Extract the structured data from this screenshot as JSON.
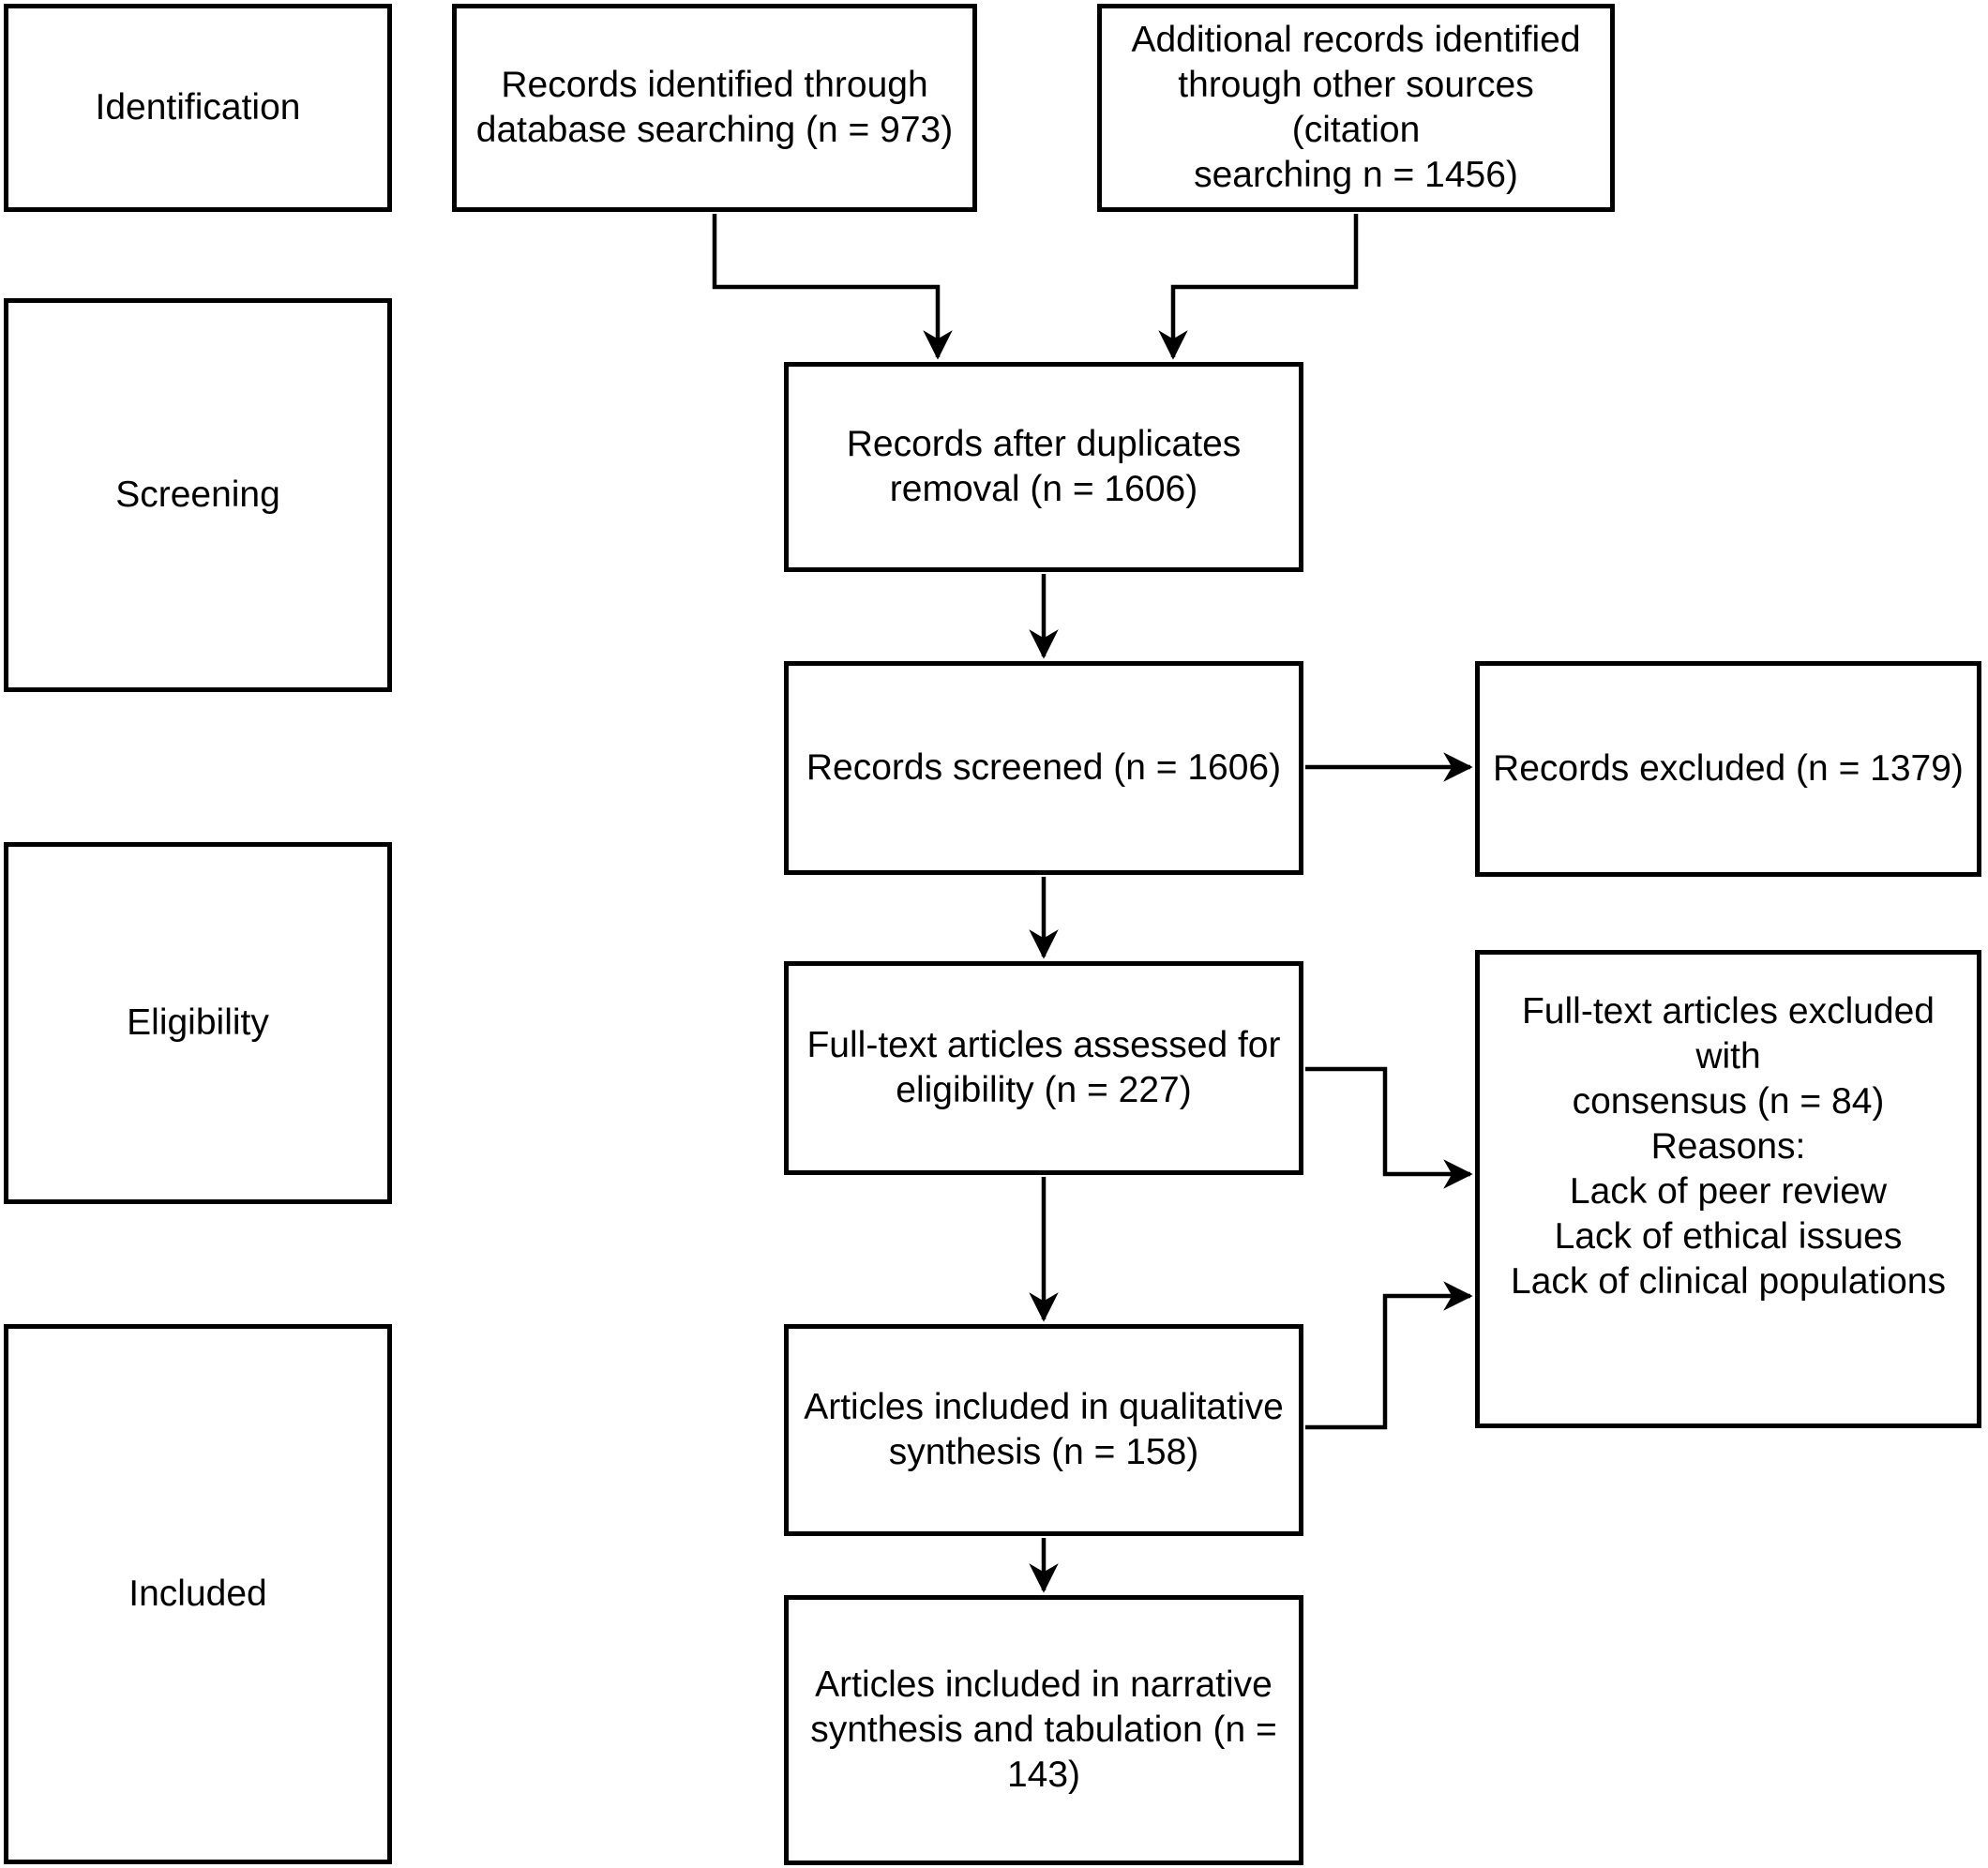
{
  "stages": [
    {
      "label": "Identification"
    },
    {
      "label": "Screening"
    },
    {
      "label": "Eligibility"
    },
    {
      "label": "Included"
    }
  ],
  "nodes": {
    "records_identified": {
      "text": "Records identified through\ndatabase searching (n = 973)",
      "n": 973
    },
    "additional_records": {
      "text": "Additional records identified\nthrough other sources (citation\nsearching n = 1456)",
      "n": 1456
    },
    "duplicates_removed": {
      "text": "Records after duplicates\nremoval (n = 1606)",
      "n": 1606
    },
    "records_screened": {
      "text": "Records screened (n = 1606)",
      "n": 1606
    },
    "records_excluded": {
      "text": "Records excluded (n = 1379)",
      "n": 1379
    },
    "fulltext_assessed": {
      "text": "Full-text articles assessed for\neligibility (n = 227)",
      "n": 227
    },
    "fulltext_excluded": {
      "text": "Full-text articles excluded with\nconsensus (n = 84)\nReasons:\nLack of peer review\nLack of ethical issues\nLack of clinical populations",
      "n": 84
    },
    "qualitative_synthesis": {
      "text": "Articles included in qualitative\nsynthesis (n = 158)",
      "n": 158
    },
    "narrative_synthesis": {
      "text": "Articles included in narrative\nsynthesis and tabulation (n =\n143)",
      "n": 143
    }
  },
  "colors": {
    "line": "#000000",
    "box_background": "#ffffff",
    "text": "#000000"
  }
}
